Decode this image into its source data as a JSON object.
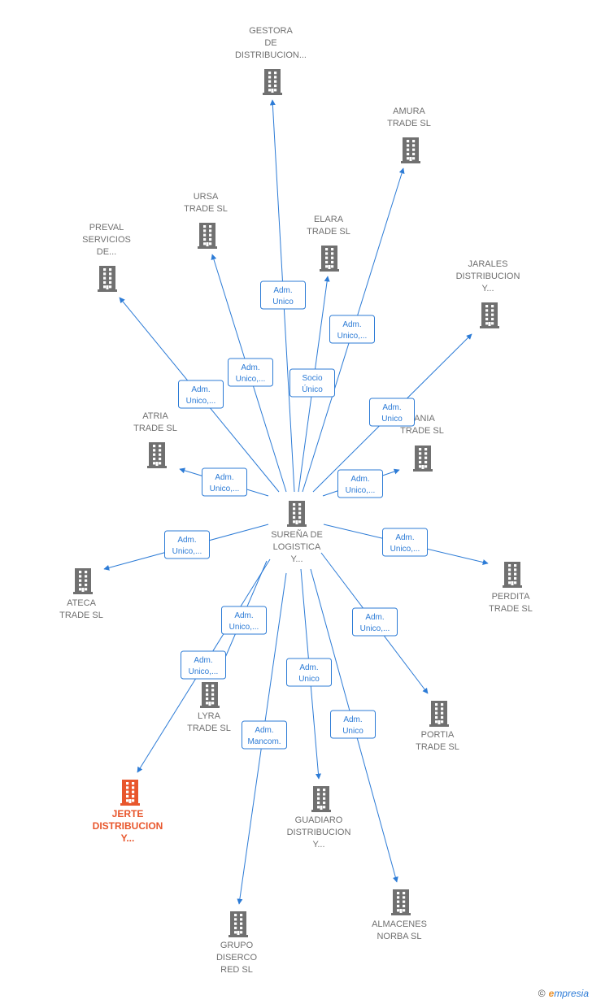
{
  "colors": {
    "node": "#707070",
    "highlight": "#e8562c",
    "edge": "#2c7bd6",
    "label_border": "#2c7bd6"
  },
  "center": {
    "id": "surena",
    "lines": [
      "SUREÑA DE",
      "LOGISTICA",
      "Y..."
    ]
  },
  "nodes": [
    {
      "id": "gestora",
      "lines": [
        "GESTORA",
        "DE",
        "DISTRIBUCION..."
      ]
    },
    {
      "id": "amura",
      "lines": [
        "AMURA",
        "TRADE  SL"
      ]
    },
    {
      "id": "ursa",
      "lines": [
        "URSA",
        "TRADE  SL"
      ]
    },
    {
      "id": "elara",
      "lines": [
        "ELARA",
        "TRADE  SL"
      ]
    },
    {
      "id": "preval",
      "lines": [
        "PREVAL",
        "SERVICIOS",
        "DE..."
      ]
    },
    {
      "id": "jarales",
      "lines": [
        "JARALES",
        "DISTRIBUCION",
        "Y..."
      ]
    },
    {
      "id": "atria",
      "lines": [
        "ATRIA",
        "TRADE  SL"
      ]
    },
    {
      "id": "tania",
      "lines": [
        "TANIA",
        "TRADE  SL"
      ]
    },
    {
      "id": "ateca",
      "lines": [
        "ATECA",
        "TRADE  SL"
      ]
    },
    {
      "id": "perdita",
      "lines": [
        "PERDITA",
        "TRADE  SL"
      ]
    },
    {
      "id": "lyra",
      "lines": [
        "LYRA",
        "TRADE  SL"
      ]
    },
    {
      "id": "portia",
      "lines": [
        "PORTIA",
        "TRADE  SL"
      ]
    },
    {
      "id": "jerte",
      "lines": [
        "JERTE",
        "DISTRIBUCION",
        "Y..."
      ],
      "highlight": true
    },
    {
      "id": "guadiaro",
      "lines": [
        "GUADIARO",
        "DISTRIBUCION",
        "Y..."
      ]
    },
    {
      "id": "almacenes",
      "lines": [
        "ALMACENES",
        "NORBA SL"
      ]
    },
    {
      "id": "grupo",
      "lines": [
        "GRUPO",
        "DISERCO",
        "RED  SL"
      ]
    }
  ],
  "edges": [
    {
      "id": "e-gestora",
      "target": "gestora",
      "label": [
        "Adm.",
        "Unico"
      ]
    },
    {
      "id": "e-amura",
      "target": "amura",
      "label": [
        "Adm.",
        "Unico,..."
      ]
    },
    {
      "id": "e-ursa",
      "target": "ursa",
      "label": [
        "Adm.",
        "Unico,..."
      ]
    },
    {
      "id": "e-elara",
      "target": "elara",
      "label": [
        "Socio",
        "Único"
      ]
    },
    {
      "id": "e-preval",
      "target": "preval",
      "label": [
        "Adm.",
        "Unico,..."
      ]
    },
    {
      "id": "e-jarales",
      "target": "jarales",
      "label": [
        "Adm.",
        "Unico"
      ]
    },
    {
      "id": "e-atria",
      "target": "atria",
      "label": [
        "Adm.",
        "Unico,..."
      ]
    },
    {
      "id": "e-tania",
      "target": "tania",
      "label": [
        "Adm.",
        "Unico,..."
      ]
    },
    {
      "id": "e-ateca",
      "target": "ateca",
      "label": [
        "Adm.",
        "Unico,..."
      ]
    },
    {
      "id": "e-perdita",
      "target": "perdita",
      "label": [
        "Adm.",
        "Unico,..."
      ]
    },
    {
      "id": "e-lyra",
      "target": "lyra",
      "label": [
        "Adm.",
        "Unico,..."
      ]
    },
    {
      "id": "e-jerte",
      "target": "jerte",
      "label": [
        "Adm.",
        "Unico,..."
      ]
    },
    {
      "id": "e-portia",
      "target": "portia",
      "label": [
        "Adm.",
        "Unico,..."
      ]
    },
    {
      "id": "e-guadiaro",
      "target": "guadiaro",
      "label": [
        "Adm.",
        "Unico"
      ]
    },
    {
      "id": "e-almacenes",
      "target": "almacenes",
      "label": [
        "Adm.",
        "Unico"
      ]
    },
    {
      "id": "e-grupo",
      "target": "grupo",
      "label": [
        "Adm.",
        "Mancom."
      ]
    }
  ],
  "brand": {
    "copyright": "©",
    "initial": "e",
    "rest": "mpresia"
  }
}
